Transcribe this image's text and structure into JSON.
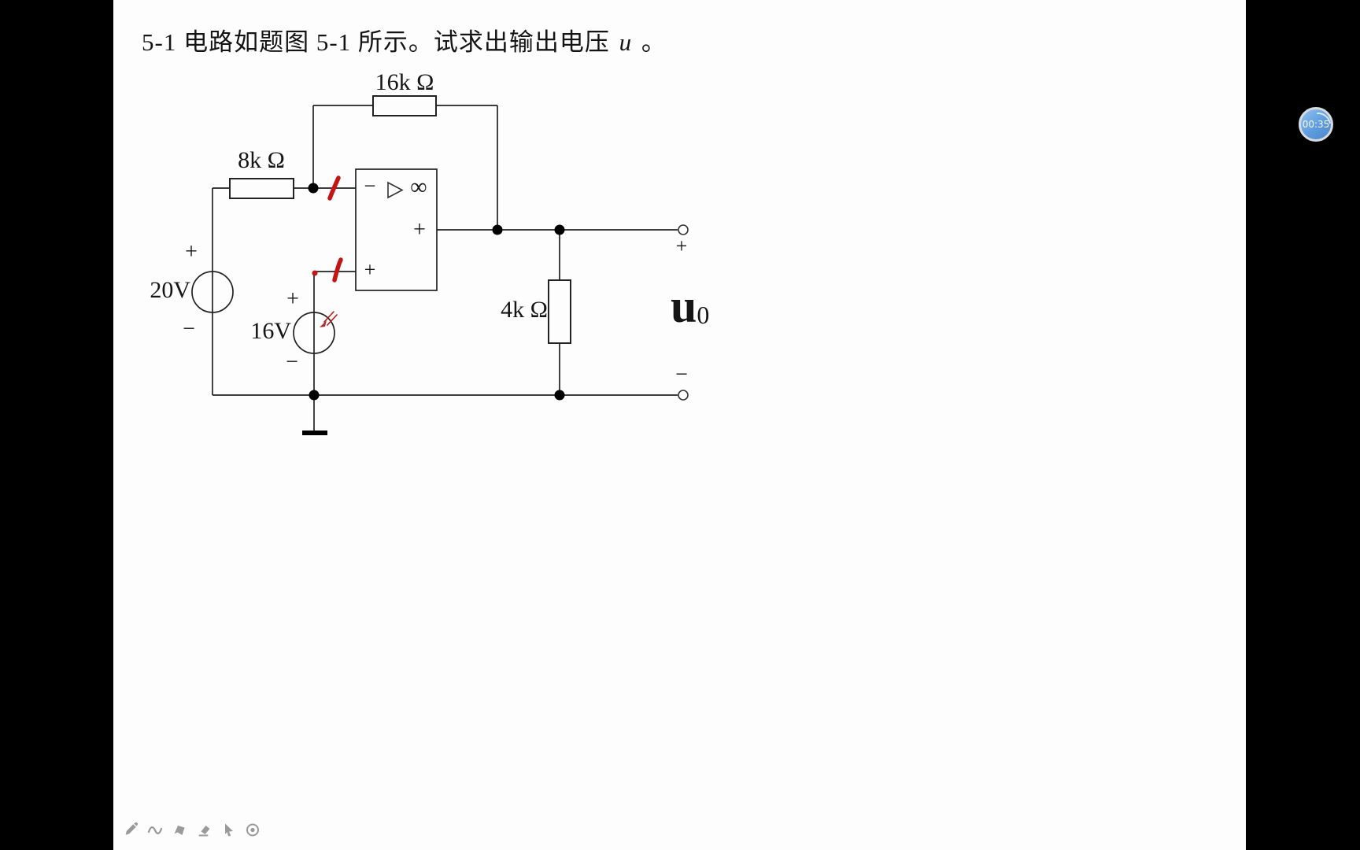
{
  "window": {
    "left_bar_color": "#000000",
    "right_bar_color": "#000000",
    "canvas_color": "#fdfdfd",
    "wire_color": "#222222",
    "annotation_color": "#c41414"
  },
  "title": {
    "prefix": "5-1  电路如题图 5-1 所示。试求出输出电压 ",
    "math_var": "u",
    "suffix": " 。"
  },
  "timer": {
    "value": "00:35",
    "badge_color": "#5e9cdd"
  },
  "circuit": {
    "resistors": {
      "feedback": {
        "label": "16k Ω"
      },
      "input": {
        "label": "8k Ω"
      },
      "load": {
        "label": "4k Ω"
      }
    },
    "sources": {
      "v20": {
        "label": "20V",
        "plus": "+",
        "minus": "−"
      },
      "v16": {
        "label": "16V",
        "plus": "+",
        "minus": "−"
      }
    },
    "opamp": {
      "inverting_sign": "−",
      "gain_symbol": "∞",
      "output_sign": "+",
      "noninverting_sign": "+"
    },
    "output": {
      "plus": "+",
      "minus": "−",
      "variable": "u",
      "subscript": "0"
    }
  },
  "toolbar": {
    "tools": [
      {
        "icon": "pen-icon"
      },
      {
        "icon": "curve-icon"
      },
      {
        "icon": "shape-icon"
      },
      {
        "icon": "eraser-icon"
      },
      {
        "icon": "cursor-icon"
      },
      {
        "icon": "record-icon"
      }
    ]
  }
}
